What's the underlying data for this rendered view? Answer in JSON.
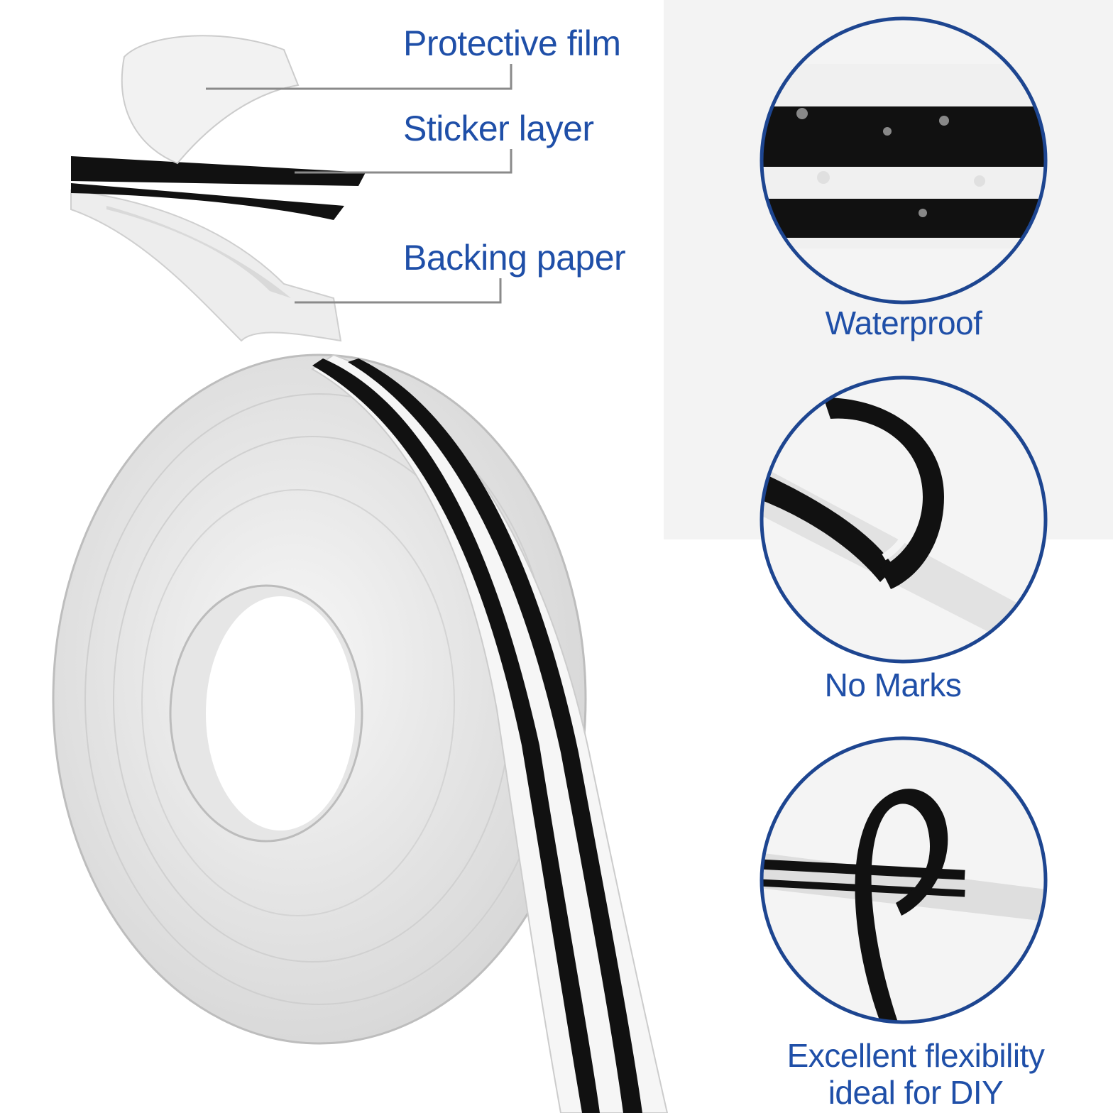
{
  "colors": {
    "label_blue": "#1f4fa8",
    "circle_border": "#1d4590",
    "stripe_black": "#111111",
    "backing_white": "#f1f1f1",
    "panel_gray": "#f3f3f3"
  },
  "layers": {
    "protective_film": "Protective film",
    "sticker_layer": "Sticker layer",
    "backing_paper": "Backing paper"
  },
  "features": {
    "waterproof": "Waterproof",
    "no_marks": "No Marks",
    "flex_line1": "Excellent flexibility",
    "flex_line2": "ideal for DIY"
  }
}
